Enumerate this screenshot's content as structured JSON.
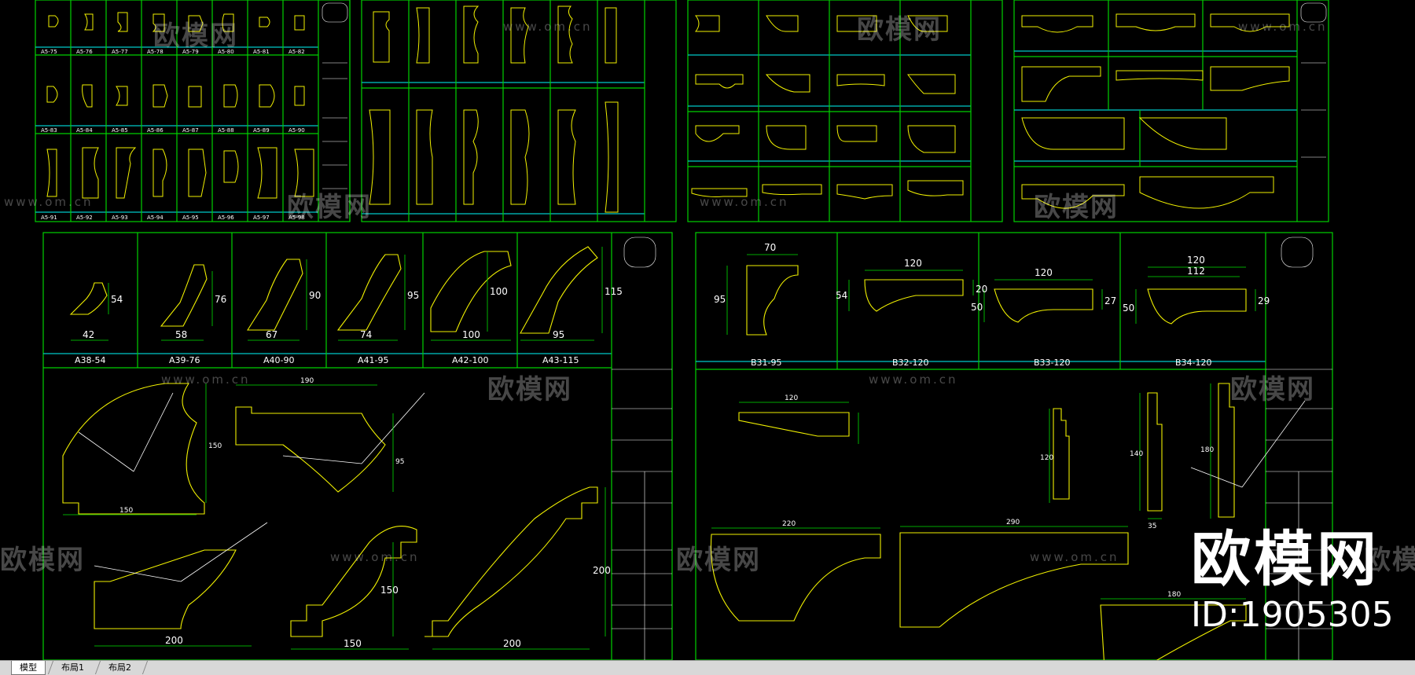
{
  "colors": {
    "background": "#000000",
    "frame": "#00d000",
    "frame_cyan": "#00c8c8",
    "profile": "#f0f000",
    "dimension": "#00e000",
    "text": "#ffffff"
  },
  "watermark": {
    "cn": "欧模网",
    "url": "www.om.cn"
  },
  "brand": {
    "name": "欧模网",
    "id": "ID:1905305"
  },
  "tabs": [
    "模型",
    "布局1",
    "布局2"
  ],
  "sheets": {
    "sheet1": {
      "labels": [
        "A5-75",
        "A5-76",
        "A5-77",
        "A5-78",
        "A5-79",
        "A5-80",
        "A5-81",
        "A5-82",
        "A5-83",
        "A5-84",
        "A5-85",
        "A5-86",
        "A5-87",
        "A5-88",
        "A5-89",
        "A5-90",
        "A5-91",
        "A5-92",
        "A5-93",
        "A5-94",
        "A5-95",
        "A5-96",
        "A5-97",
        "A5-98"
      ]
    },
    "bottom_left": {
      "profiles": [
        {
          "label": "A38-54",
          "w": "42",
          "h": "54"
        },
        {
          "label": "A39-76",
          "w": "58",
          "h": "76"
        },
        {
          "label": "A40-90",
          "w": "67",
          "h": "90"
        },
        {
          "label": "A41-95",
          "w": "74",
          "h": "95"
        },
        {
          "label": "A42-100",
          "w": "100",
          "h": "100"
        },
        {
          "label": "A43-115",
          "w": "95",
          "h": "115"
        }
      ],
      "details": {
        "d1_w": "150",
        "d1_h": "150",
        "d2_w": "190",
        "d2_h": "95",
        "d3_w": "200",
        "d4_w": "150",
        "d4_h": "150",
        "d5_w": "200",
        "d5_h": "200"
      }
    },
    "bottom_right": {
      "profiles": [
        {
          "label": "B31-95",
          "w": "70",
          "h": "95"
        },
        {
          "label": "B32-120",
          "w": "120",
          "h": "54",
          "h2": "20"
        },
        {
          "label": "B33-120",
          "w": "120",
          "h": "50",
          "h2": "27"
        },
        {
          "label": "B34-120",
          "w": "120",
          "w2": "112",
          "h": "50",
          "h2": "29"
        }
      ],
      "details": {
        "d1_w": "120",
        "d2_h": "120",
        "d3_h": "140",
        "d3_w": "35",
        "d4_h": "180",
        "d5_w": "220",
        "d6_w": "290",
        "d7_w": "180"
      }
    }
  }
}
